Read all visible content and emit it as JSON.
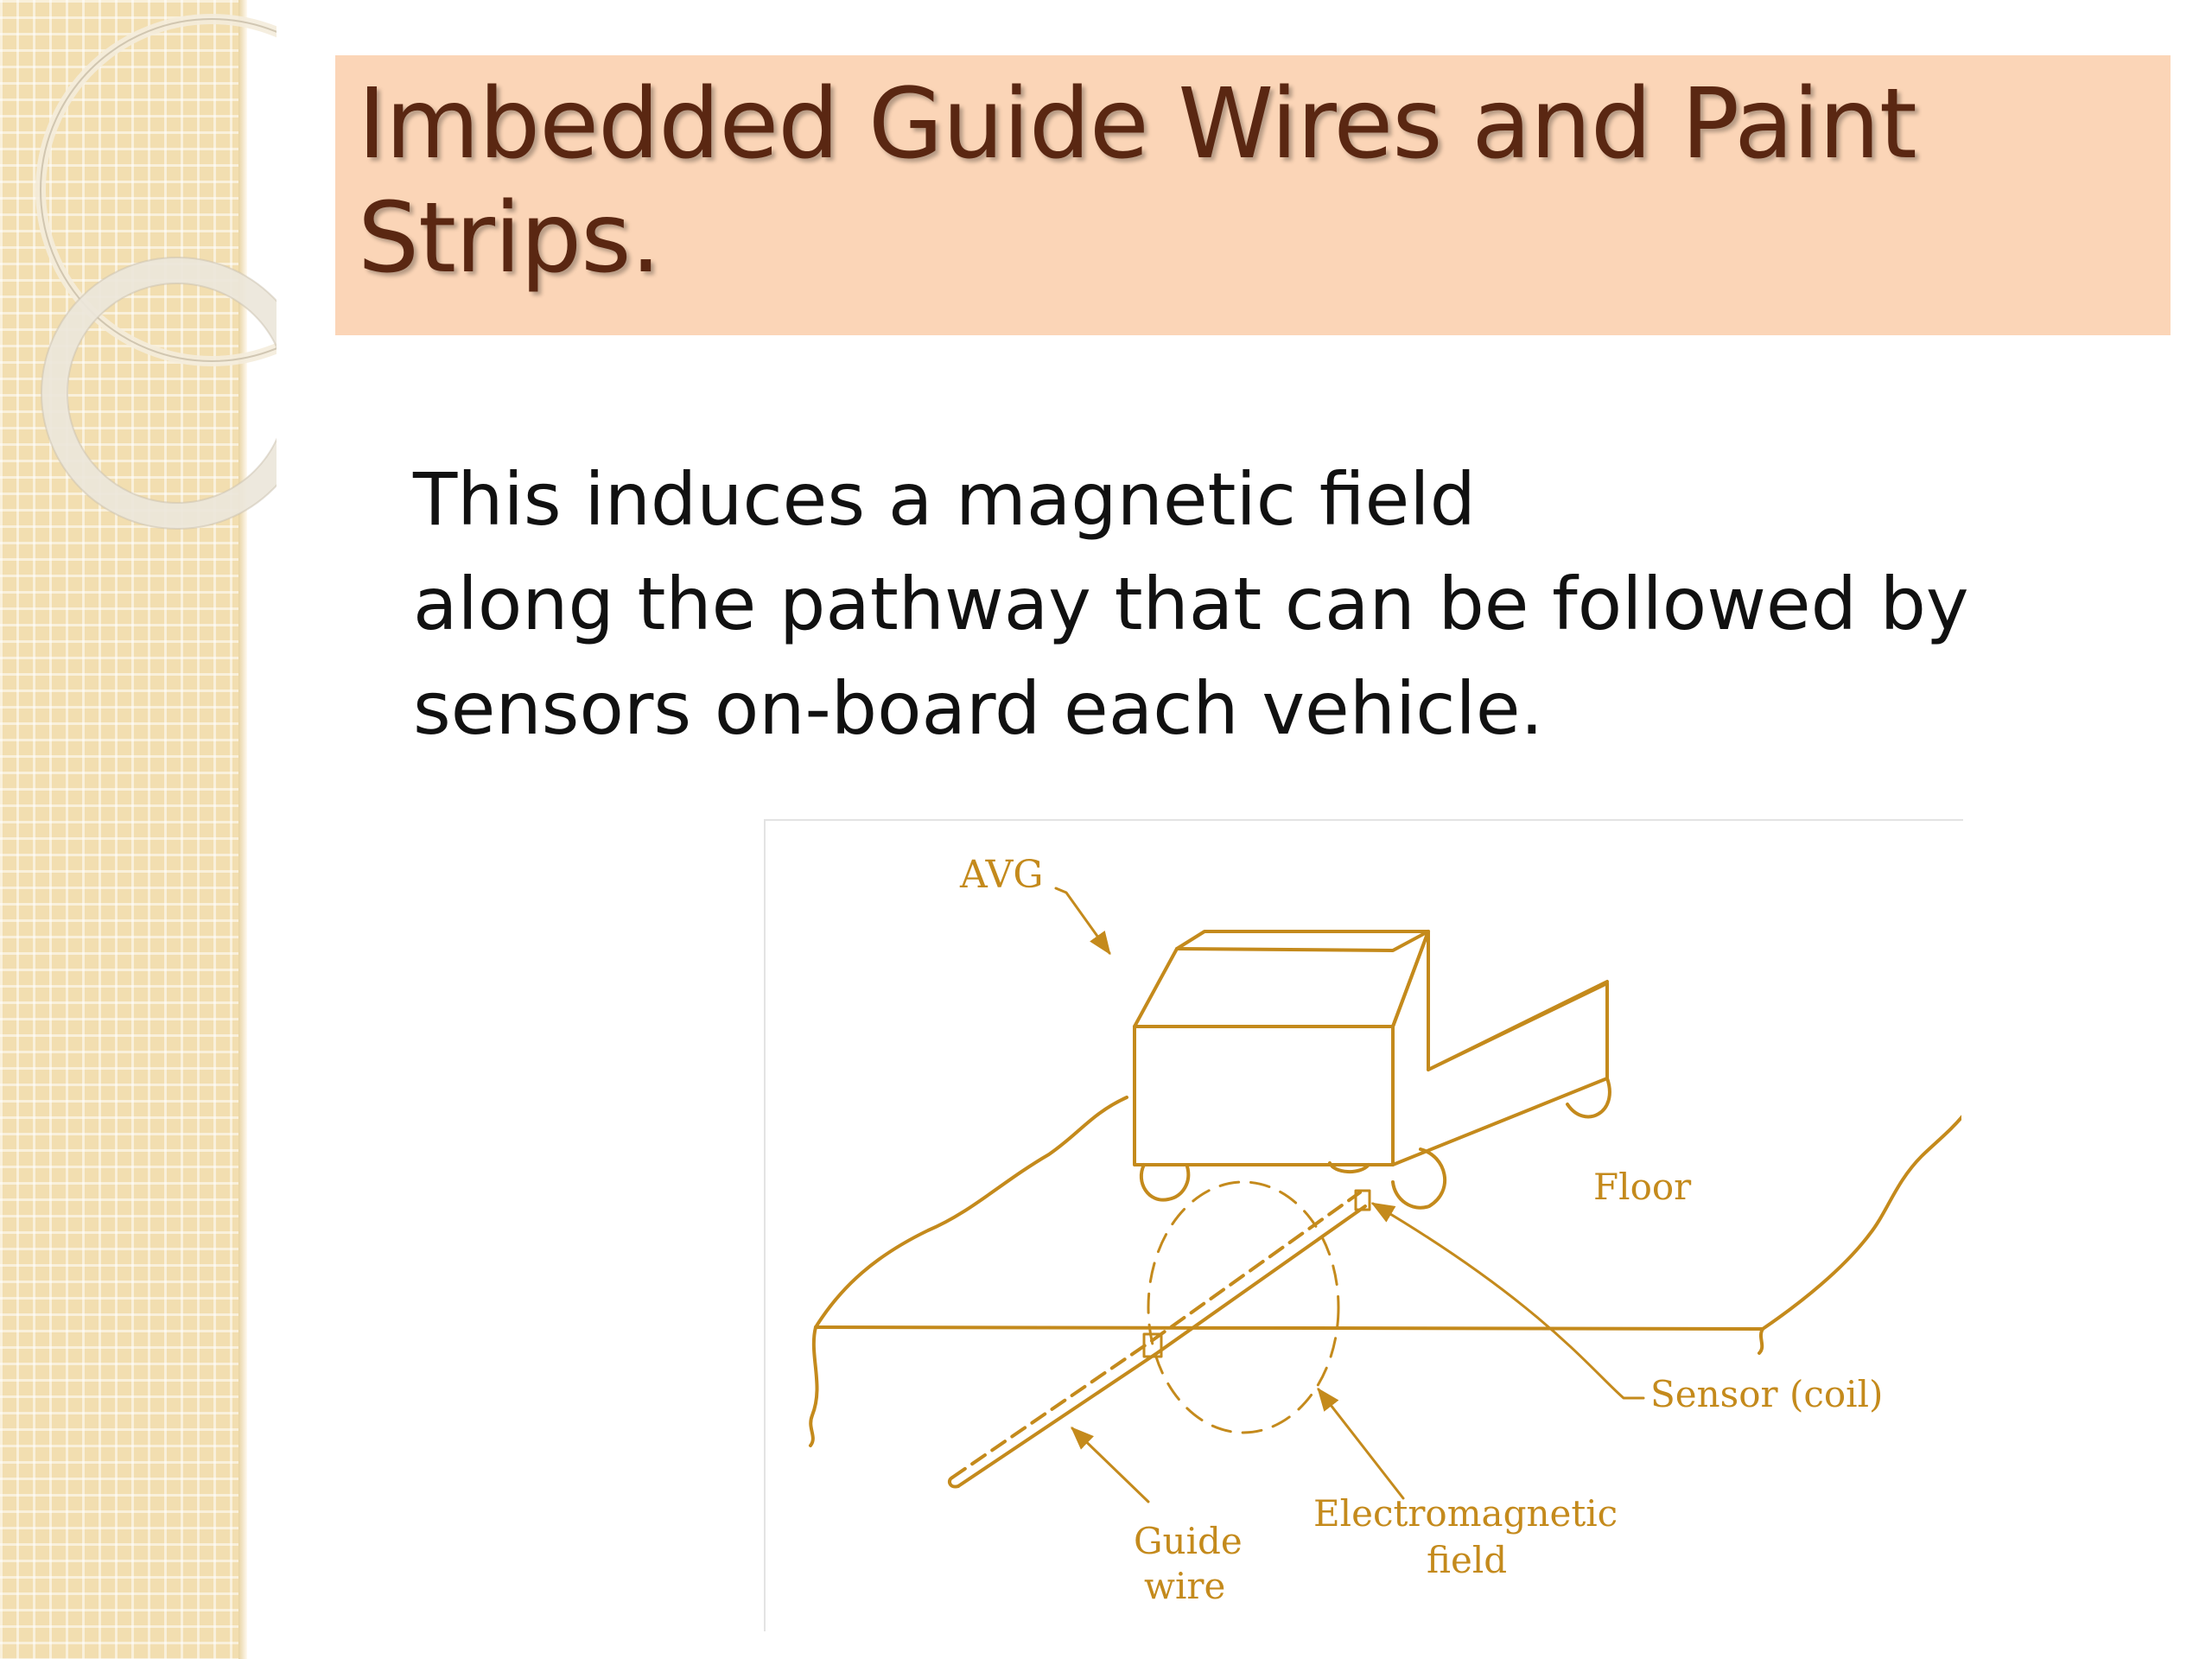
{
  "slide": {
    "title": "Imbedded Guide Wires and Paint Strips.",
    "body_lines": [
      "This induces a magnetic field",
      "along the pathway that can be followed by",
      "sensors on-board each vehicle."
    ]
  },
  "diagram": {
    "labels": {
      "avg": "AVG",
      "floor": "Floor",
      "sensor": "Sensor (coil)",
      "field_line1": "Electromagnetic",
      "field_line2": "field",
      "guide_line1": "Guide",
      "guide_line2": "wire"
    },
    "line_color": "#c48a1c"
  },
  "theme": {
    "title_banner_color": "#fbd5b7",
    "title_text_color": "#5a2712",
    "sidebar_color": "#f2deb0"
  }
}
